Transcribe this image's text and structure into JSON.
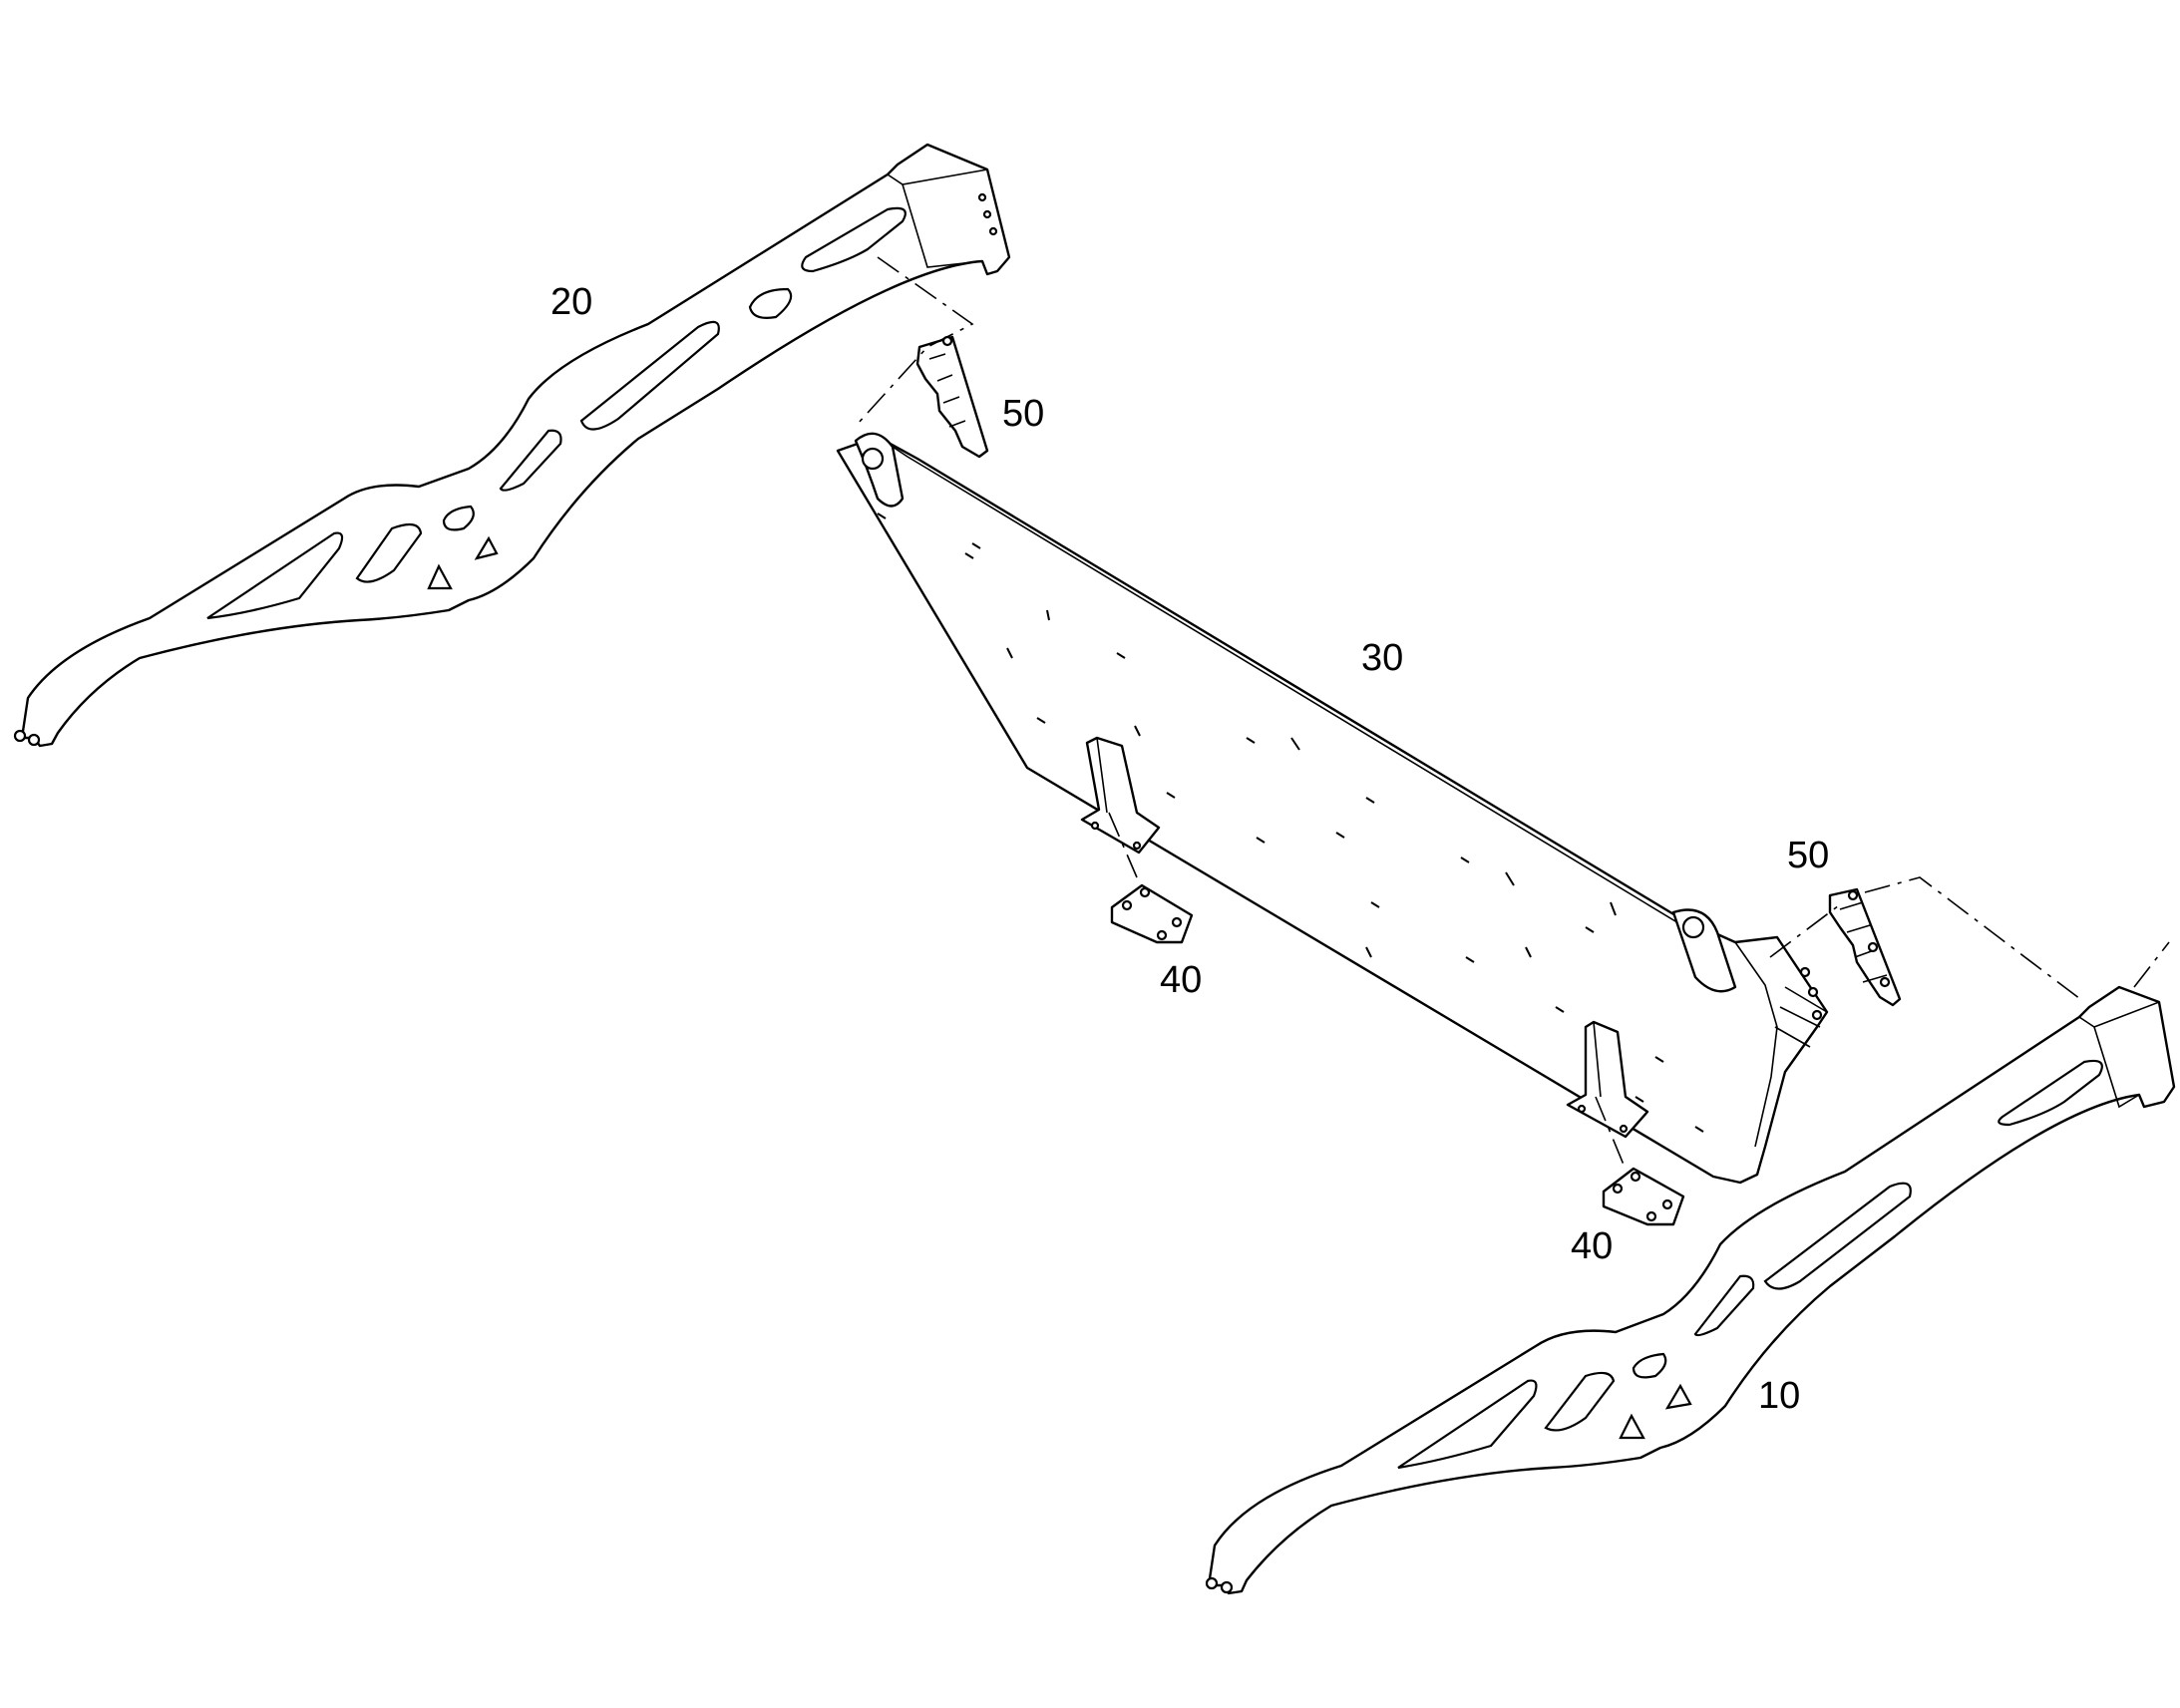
{
  "callouts": {
    "part_10": "10",
    "part_20": "20",
    "part_30": "30",
    "part_40_left": "40",
    "part_40_right": "40",
    "part_50_top": "50",
    "part_50_right": "50"
  }
}
